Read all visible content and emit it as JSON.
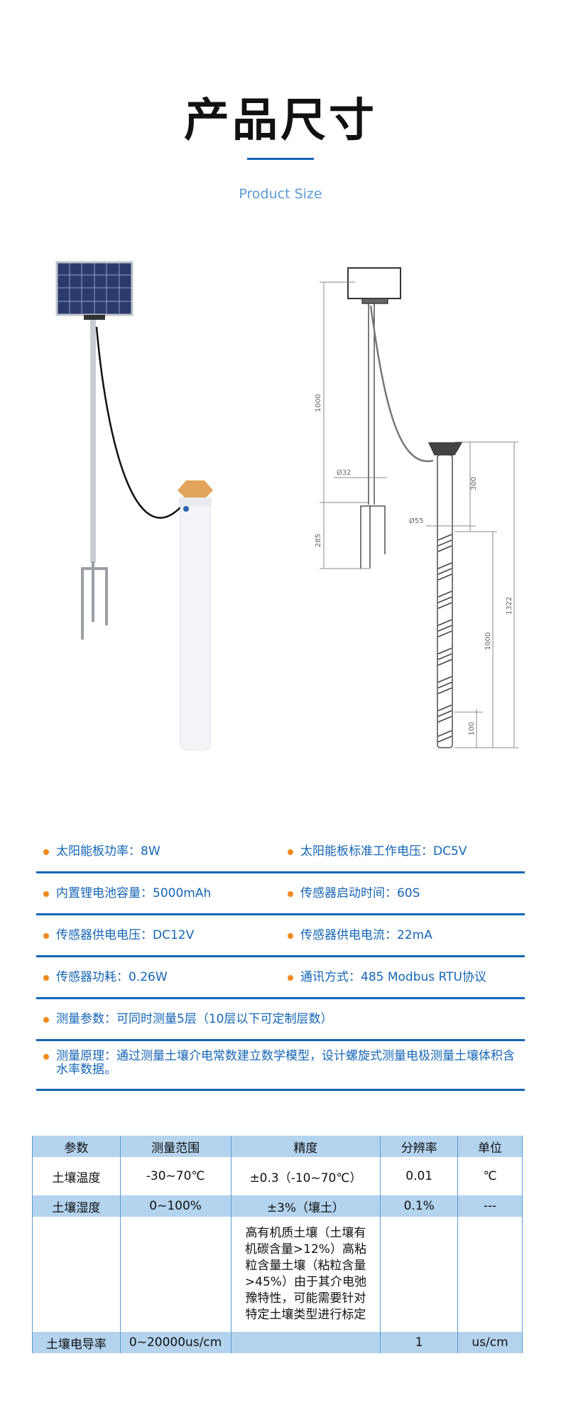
{
  "header": {
    "title": "产品尺寸",
    "subtitle": "Product Size"
  },
  "drawing": {
    "dimensions": {
      "pole_height": "1000",
      "pole_diameter": "Ø32",
      "fork_length": "285",
      "probe_top": "300",
      "probe_diameter": "Ø55",
      "probe_length": "1000",
      "total_length": "1322",
      "tip_length": "100"
    }
  },
  "specs": [
    {
      "text": "太阳能板功率：8W"
    },
    {
      "text": "太阳能板标准工作电压：DC5V"
    },
    {
      "text": "内置锂电池容量：5000mAh"
    },
    {
      "text": "传感器启动时间：60S"
    },
    {
      "text": "传感器供电电压：DC12V"
    },
    {
      "text": "传感器供电电流：22mA"
    },
    {
      "text": "传感器功耗：0.26W"
    },
    {
      "text": "通讯方式：485 Modbus RTU协议"
    },
    {
      "text": "测量参数：可同时测量5层（10层以下可定制层数）"
    },
    {
      "text": "测量原理：通过测量土壤介电常数建立数学模型，设计螺旋式测量电极测量土壤体积含水率数据。"
    }
  ],
  "table": {
    "headers": [
      "参数",
      "测量范围",
      "精度",
      "分辨率",
      "单位"
    ],
    "rows": [
      [
        "土壤温度",
        "-30~70℃",
        "±0.3（-10~70℃）",
        "0.01",
        "℃"
      ],
      [
        "土壤湿度",
        "0~100%",
        "±3%（壤土）",
        "0.1%",
        "---"
      ],
      [
        "",
        "",
        "高有机质土壤（土壤有机碳含量>12%）高粘粒含量土壤（粘粒含量>45%）由于其介电弛豫特性，可能需要针对特定土壤类型进行标定",
        "",
        ""
      ],
      [
        "土壤电导率",
        "0~20000us/cm",
        "",
        "1",
        "us/cm"
      ]
    ]
  },
  "colors": {
    "accent": "#1565b5",
    "bullet": "#f08a1c",
    "table_header": "#b4d3ee"
  }
}
